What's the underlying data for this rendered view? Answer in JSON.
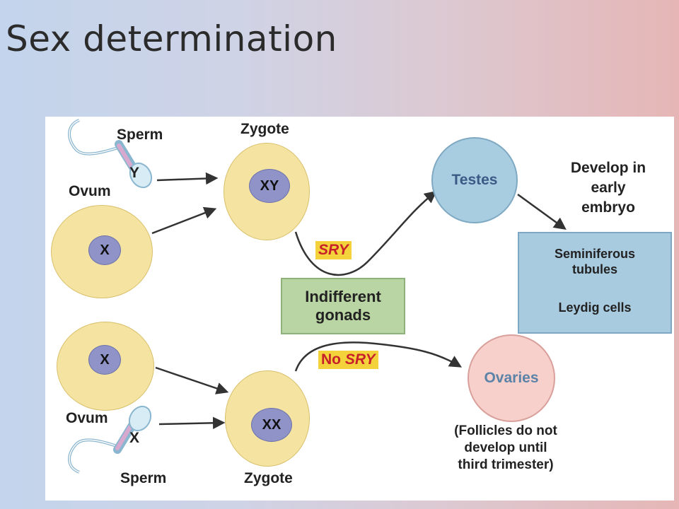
{
  "title": "Sex determination",
  "labels": {
    "sperm_top": "Sperm",
    "y_chrom": "Y",
    "ovum_top": "Ovum",
    "x_ovum_top": "X",
    "zygote_top": "Zygote",
    "xy": "XY",
    "x_ovum_bottom": "X",
    "ovum_bottom": "Ovum",
    "x_sperm": "X",
    "sperm_bottom": "Sperm",
    "zygote_bottom": "Zygote",
    "xx": "XX",
    "sry": "SRY",
    "no": "No ",
    "no_sry_italic": "SRY",
    "indifferent_1": "Indifferent",
    "indifferent_2": "gonads",
    "testes": "Testes",
    "ovaries": "Ovaries",
    "develop_1": "Develop in",
    "develop_2": "early",
    "develop_3": "embryo",
    "seminiferous_1": "Seminiferous",
    "seminiferous_2": "tubules",
    "leydig": "Leydig cells",
    "follicles_1": "(Follicles do not",
    "follicles_2": "develop until",
    "follicles_3": "third trimester)"
  },
  "colors": {
    "cell_fill": "#f5e4a1",
    "nucleus_fill": "#8f93c7",
    "testes_fill": "#a8cde0",
    "ovaries_fill": "#f7d0cc",
    "gonads_fill": "#b9d5a3",
    "tubules_fill": "#a9cbe0",
    "sry_highlight": "#f3d23b",
    "sry_text": "#c8202a"
  }
}
